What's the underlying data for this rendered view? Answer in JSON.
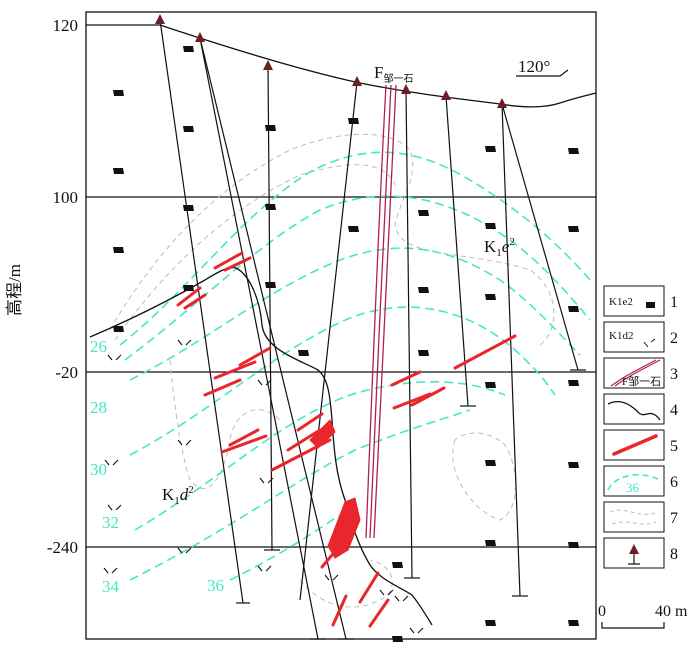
{
  "axis": {
    "title": "高程/m",
    "ticks": [
      "120",
      "100",
      "-20",
      "-240"
    ]
  },
  "labels": {
    "fault": "F",
    "fault_sub": "邹一石",
    "unit_upper": "K",
    "unit_upper_sub": "1",
    "unit_upper_tail": "e",
    "unit_upper_sup": "2",
    "unit_lower": "K",
    "unit_lower_sub": "1",
    "unit_lower_tail": "d",
    "unit_lower_sup": "2",
    "azimuth": "120°"
  },
  "contour_labels": [
    "26",
    "28",
    "30",
    "32",
    "34",
    "36"
  ],
  "legend": {
    "items": [
      {
        "num": "1",
        "symbol": "K1e2"
      },
      {
        "num": "2",
        "symbol": "K1d2"
      },
      {
        "num": "3",
        "symbol": "F邹一石"
      },
      {
        "num": "4",
        "symbol": ""
      },
      {
        "num": "5",
        "symbol": ""
      },
      {
        "num": "6",
        "symbol": "36"
      },
      {
        "num": "7",
        "symbol": ""
      },
      {
        "num": "8",
        "symbol": ""
      }
    ]
  },
  "scale": {
    "start": "0",
    "end": "40 m"
  },
  "colors": {
    "contour": "#46e6c8",
    "orebody": "#e8262b",
    "fault": "#b02050",
    "boundary": "#111111",
    "dashed_outline": "#bbbbbb",
    "drill_marker": "#6b1f22"
  }
}
